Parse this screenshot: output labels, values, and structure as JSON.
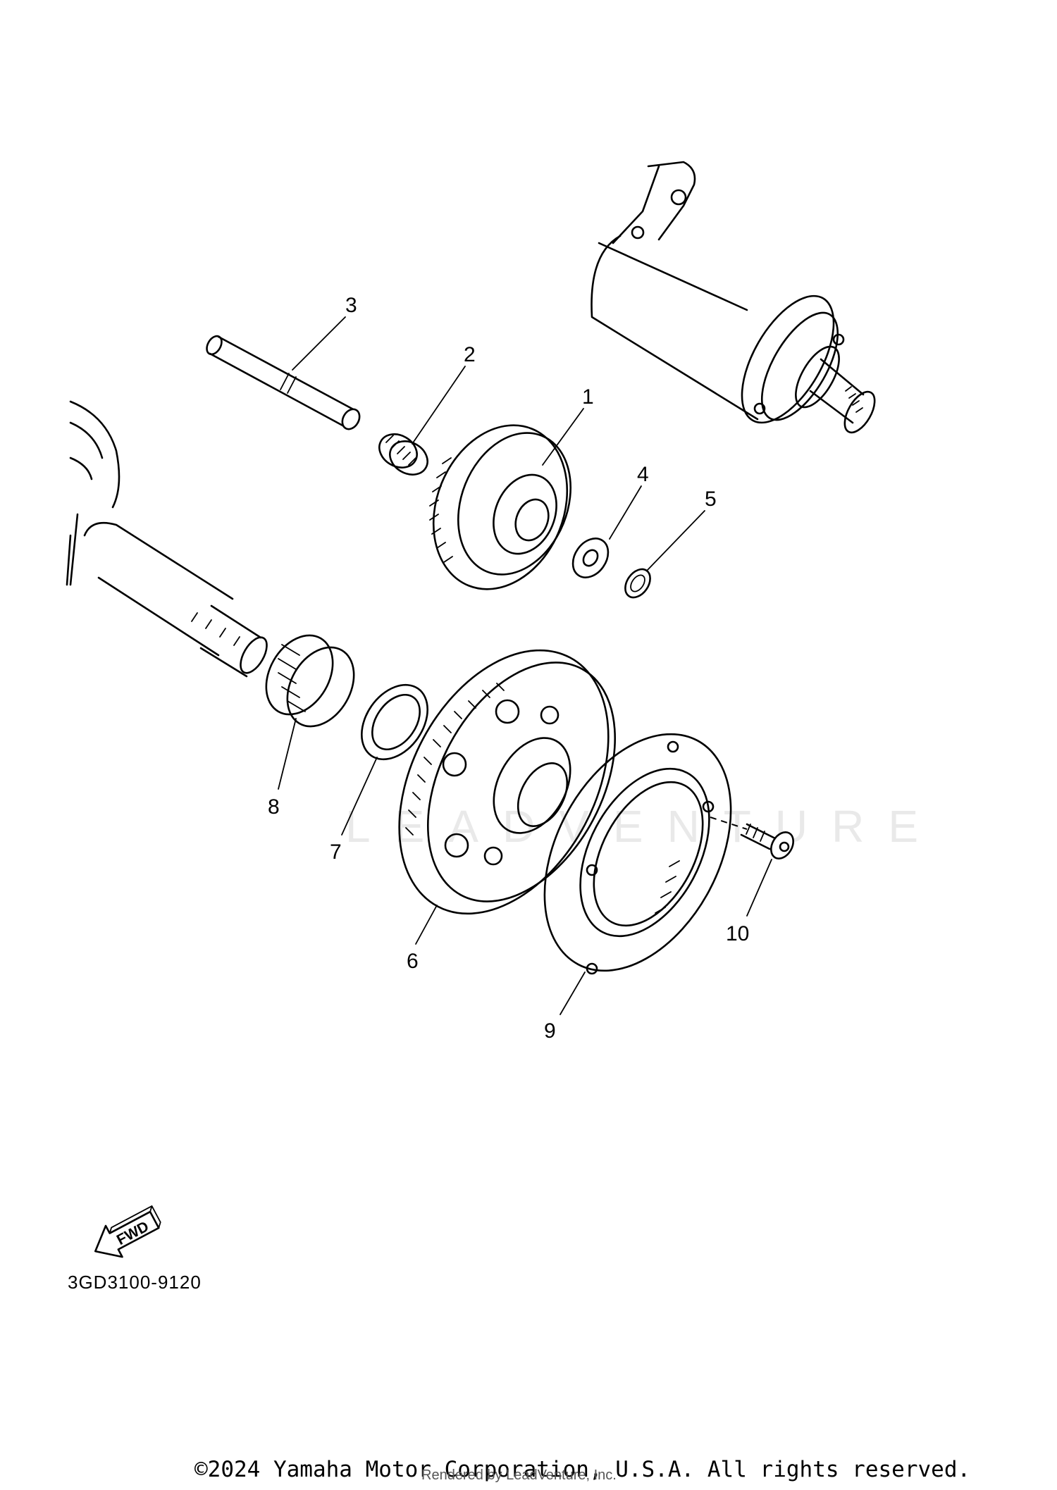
{
  "callouts": [
    "1",
    "2",
    "3",
    "4",
    "5",
    "6",
    "7",
    "8",
    "9",
    "10"
  ],
  "fwd_label": "FWD",
  "diagram_code": "3GD3100-9120",
  "copyright": "©2024 Yamaha Motor Corporation, U.S.A. All rights reserved.",
  "rendered_by": "Rendered by LeadVenture, Inc.",
  "watermark": "LEADVENTURE"
}
